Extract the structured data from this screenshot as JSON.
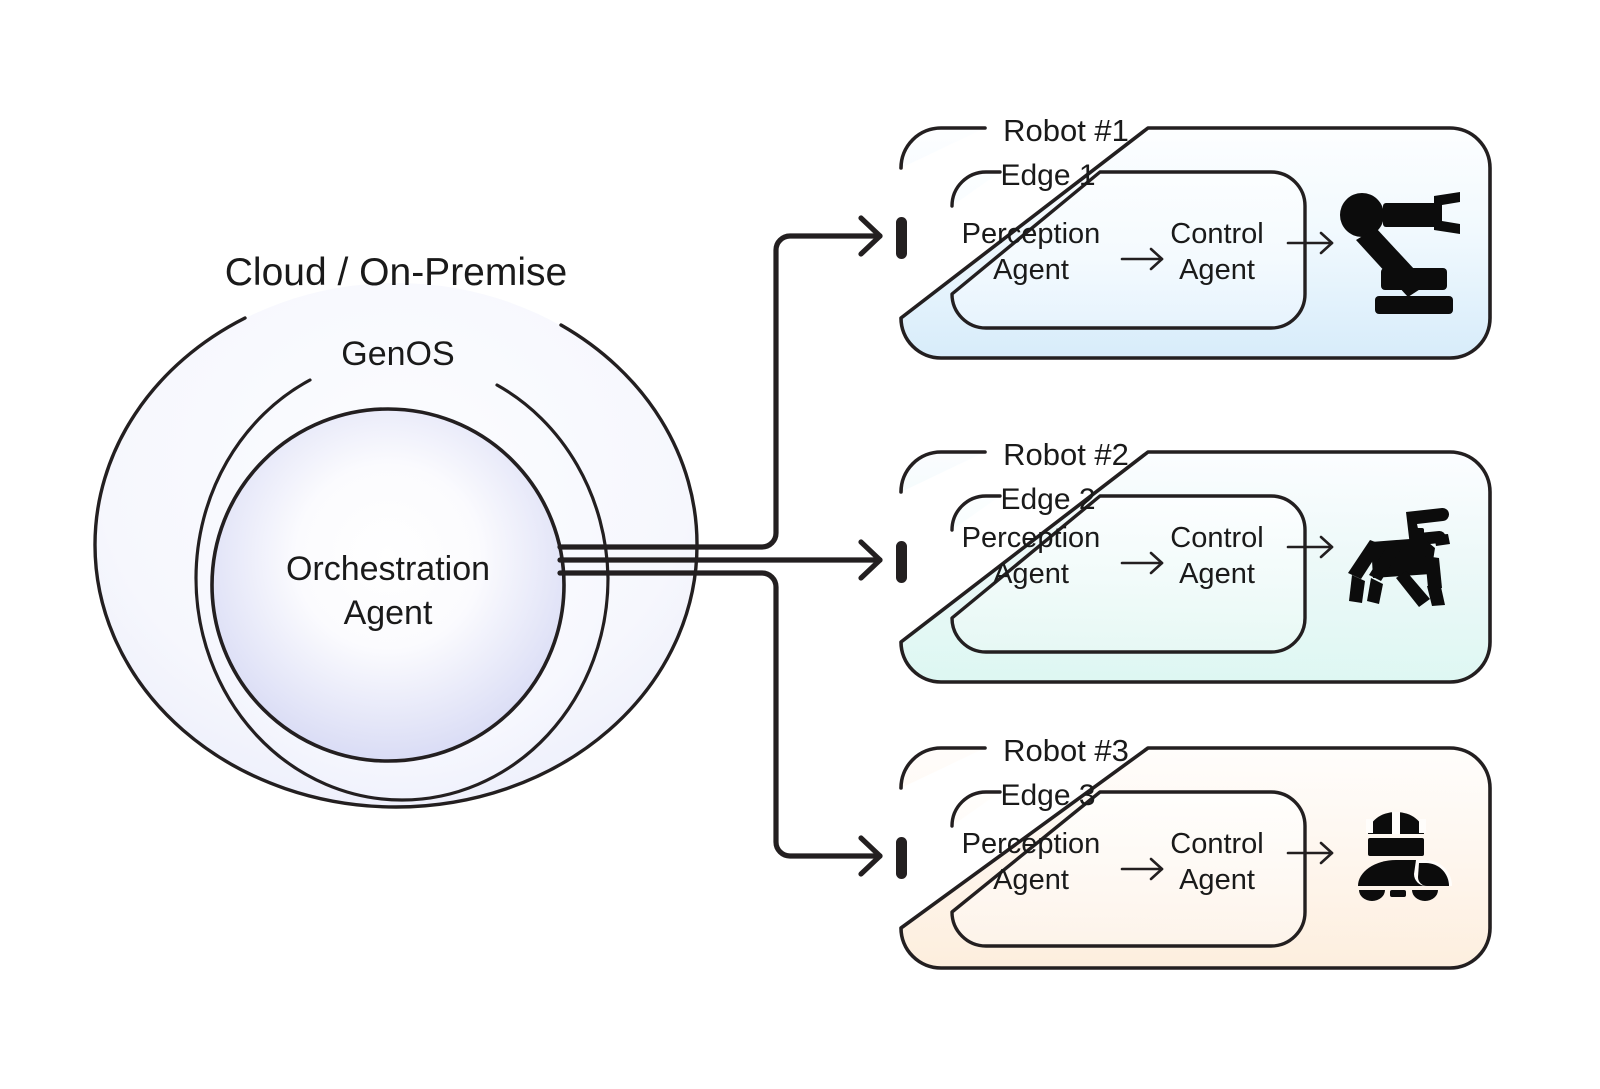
{
  "diagram": {
    "title_visible": false,
    "cloud": {
      "outer_label": "Cloud / On-Premise",
      "middle_label": "GenOS",
      "core_label_line1": "Orchestration",
      "core_label_line2": "Agent",
      "core_icon": "orchestration-agent-circle"
    },
    "connector": {
      "icon": "fan-out-arrows",
      "line_count": 3,
      "arrow_icon": "arrow-right-icon",
      "port_icon": "connection-port-bar"
    },
    "robots": [
      {
        "box_label": "Robot #1",
        "edge_label": "Edge 1",
        "agents": [
          {
            "line1": "Perception",
            "line2": "Agent"
          },
          {
            "line1": "Control",
            "line2": "Agent"
          }
        ],
        "inner_arrow_icon": "arrow-right-icon",
        "output_arrow_icon": "arrow-right-icon",
        "robot_icon": "robot-arm-icon",
        "fill_top": "#fdfeff",
        "fill_bottom": "#d7ecfa",
        "edge_fill_top": "#fbfdff",
        "edge_fill_bottom": "#e8f4fd"
      },
      {
        "box_label": "Robot #2",
        "edge_label": "Edge 2",
        "agents": [
          {
            "line1": "Perception",
            "line2": "Agent"
          },
          {
            "line1": "Control",
            "line2": "Agent"
          }
        ],
        "inner_arrow_icon": "arrow-right-icon",
        "output_arrow_icon": "arrow-right-icon",
        "robot_icon": "robot-dog-icon",
        "fill_top": "#fbfdff",
        "fill_bottom": "#ddf7f2",
        "edge_fill_top": "#fbfeff",
        "edge_fill_bottom": "#e7f8f5"
      },
      {
        "box_label": "Robot #3",
        "edge_label": "Edge 3",
        "agents": [
          {
            "line1": "Perception",
            "line2": "Agent"
          },
          {
            "line1": "Control",
            "line2": "Agent"
          }
        ],
        "inner_arrow_icon": "arrow-right-icon",
        "output_arrow_icon": "arrow-right-icon",
        "robot_icon": "mobile-robot-icon",
        "fill_top": "#fffdfb",
        "fill_bottom": "#fdeedd",
        "edge_fill_top": "#fffefc",
        "edge_fill_bottom": "#fdf3e9"
      }
    ],
    "colors": {
      "stroke": "#231f20",
      "background": "#ffffff",
      "core_gradient_center": "#fdfdff",
      "core_gradient_edge": "#d6d9f4",
      "cloud_band": "#f6f7fe",
      "text": "#1a1a1a"
    }
  }
}
